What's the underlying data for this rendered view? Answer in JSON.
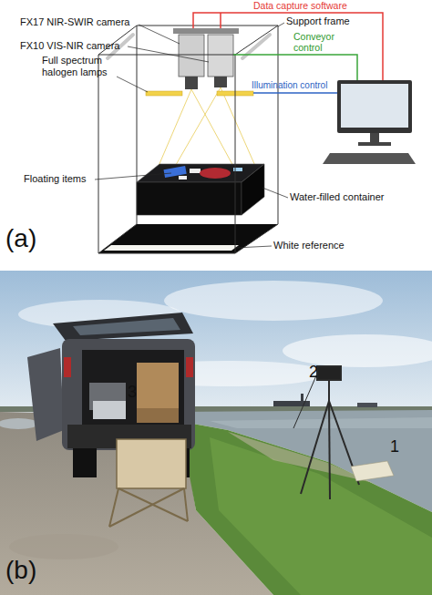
{
  "diagram": {
    "labels": [
      "Data capture software",
      "FX17 NIR-SWIR camera",
      "Support frame",
      "Conveyor control",
      "FX10 VIS-NIR camera",
      "Full spectrum halogen lamps",
      "Illumination control",
      "Floating items",
      "Water-filled container",
      "White reference",
      "(a)",
      "2",
      "3",
      "1",
      "(b)"
    ]
  }
}
